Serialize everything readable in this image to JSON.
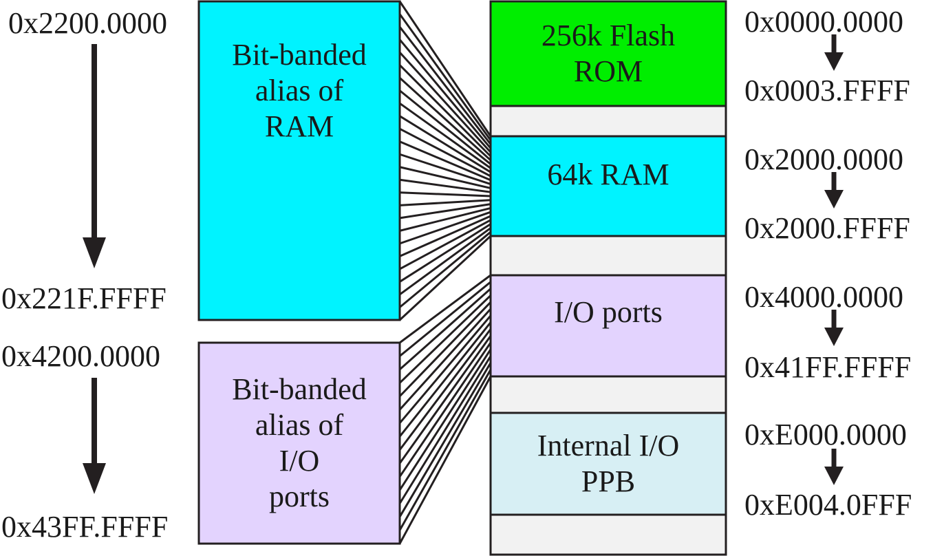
{
  "alias_regions": [
    {
      "lines": [
        "Bit-banded",
        "alias of",
        "RAM"
      ],
      "start": "0x2200.0000",
      "end": "0x221F.FFFF",
      "color": "#00f3ff"
    },
    {
      "lines": [
        "Bit-banded",
        "alias of",
        "I/O",
        "ports"
      ],
      "start": "0x4200.0000",
      "end": "0x43FF.FFFF",
      "color": "#e3d3fe"
    }
  ],
  "memory_regions": [
    {
      "lines": [
        "256k Flash",
        "ROM"
      ],
      "start": "0x0000.0000",
      "end": "0x0003.FFFF",
      "color": "#00ee00"
    },
    {
      "lines": [
        "64k RAM"
      ],
      "start": "0x2000.0000",
      "end": "0x2000.FFFF",
      "color": "#00f3ff"
    },
    {
      "lines": [
        "I/O ports"
      ],
      "start": "0x4000.0000",
      "end": "0x41FF.FFFF",
      "color": "#e3d3fe"
    },
    {
      "lines": [
        "Internal I/O",
        "PPB"
      ],
      "start": "0xE000.0000",
      "end": "0xE004.0FFF",
      "color": "#d7eff4"
    }
  ],
  "colors": {
    "gap": "#f2f2f2",
    "outline": "#231f20"
  }
}
